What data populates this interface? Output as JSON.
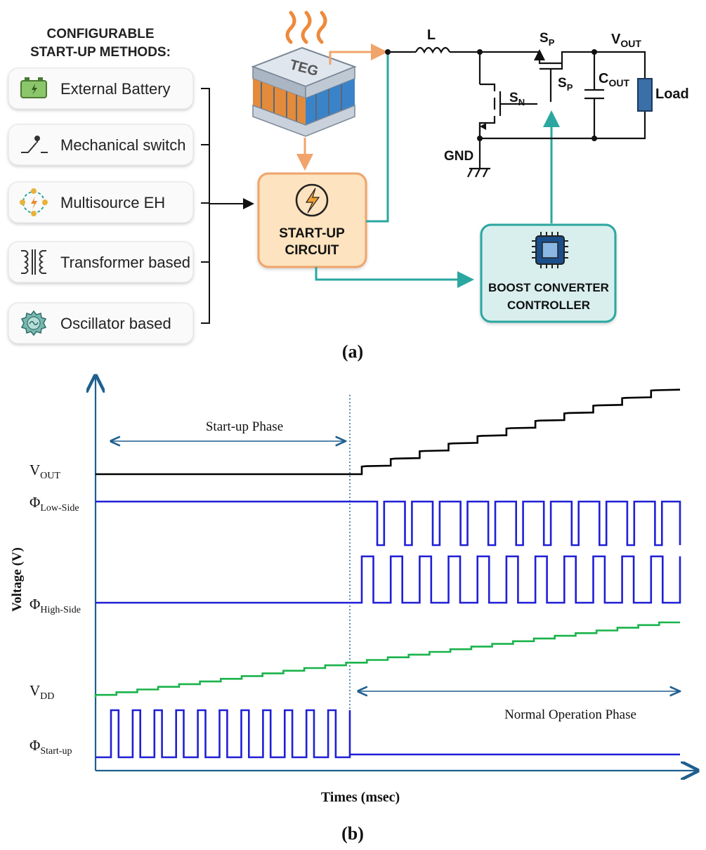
{
  "panel_a": {
    "heading_line1": "CONFIGURABLE",
    "heading_line2": "START-UP METHODS:",
    "methods": [
      {
        "label": "External Battery",
        "icon": "battery-icon"
      },
      {
        "label": "Mechanical switch",
        "icon": "switch-icon"
      },
      {
        "label": "Multisource EH",
        "icon": "multisource-icon"
      },
      {
        "label": "Transformer based",
        "icon": "transformer-icon"
      },
      {
        "label": "Oscillator based",
        "icon": "oscillator-icon"
      }
    ],
    "teg_label": "TEG",
    "startup_line1": "START-UP",
    "startup_line2": "CIRCUIT",
    "controller_line1": "BOOST CONVERTER",
    "controller_line2": "CONTROLLER",
    "inductor": "L",
    "sp_main": "S",
    "sp_sub": "P",
    "sp2_main": "S",
    "sp2_sub": "P",
    "sn_main": "S",
    "sn_sub": "N",
    "cout_main": "C",
    "cout_sub": "OUT",
    "vout_main": "V",
    "vout_sub": "OUT",
    "load": "Load",
    "gnd": "GND",
    "caption": "(a)",
    "colors": {
      "orange": "#f0a46a",
      "teal": "#2aa7a0",
      "box_fill": "#fde3bf",
      "controller_fill": "#d8efee"
    }
  },
  "panel_b": {
    "caption": "(b)",
    "xlabel": "Times (msec)",
    "ylabel": "Voltage (V)",
    "startup_phase": "Start-up Phase",
    "normal_phase": "Normal Operation Phase",
    "signals": [
      {
        "main": "V",
        "sub": "OUT"
      },
      {
        "main": "Φ",
        "sub": "Low-Side"
      },
      {
        "main": "Φ",
        "sub": "High-Side"
      },
      {
        "main": "V",
        "sub": "DD"
      },
      {
        "main": "Φ",
        "sub": "Start-up"
      }
    ],
    "colors": {
      "vout": "#000000",
      "pulse": "#1f1fd6",
      "vdd": "#19b34a",
      "axis": "#1f5f8f"
    }
  }
}
